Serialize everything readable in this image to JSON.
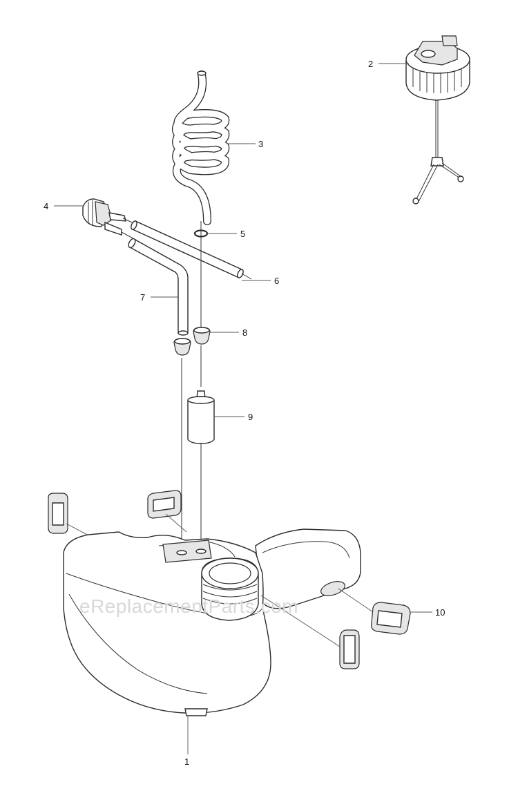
{
  "diagram": {
    "labels": {
      "p1": "1",
      "p2": "2",
      "p3": "3",
      "p4": "4",
      "p5": "5",
      "p6": "6",
      "p7": "7",
      "p8": "8",
      "p9": "9",
      "p10": "10"
    },
    "watermark": "eReplacementParts.com"
  }
}
